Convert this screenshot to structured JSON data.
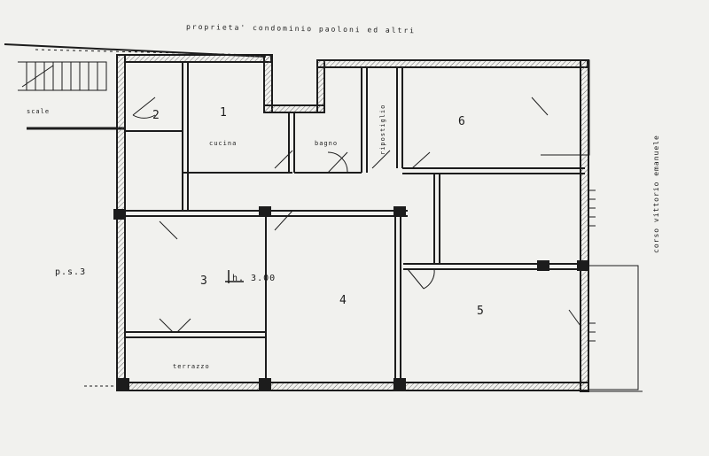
{
  "header": {
    "title": "proprieta' condominio paoloni ed altri"
  },
  "street": {
    "label": "corso vittorio emanuele"
  },
  "left_note": {
    "label": "p.s.3"
  },
  "stair": {
    "label": "scale"
  },
  "rooms": {
    "r1_number": "1",
    "r1_name": "cucina",
    "bagno": "bagno",
    "ripostiglio": "ripostiglio",
    "r6": "6",
    "r2": "2",
    "r4": "4",
    "r5": "5",
    "height_note": "h. 3.00",
    "terrace": "terrazzo",
    "r3": "3"
  },
  "colors": {
    "paper": "#f1f1ee",
    "ink": "#1c1c1c",
    "hatch": "#6b6b6b"
  }
}
